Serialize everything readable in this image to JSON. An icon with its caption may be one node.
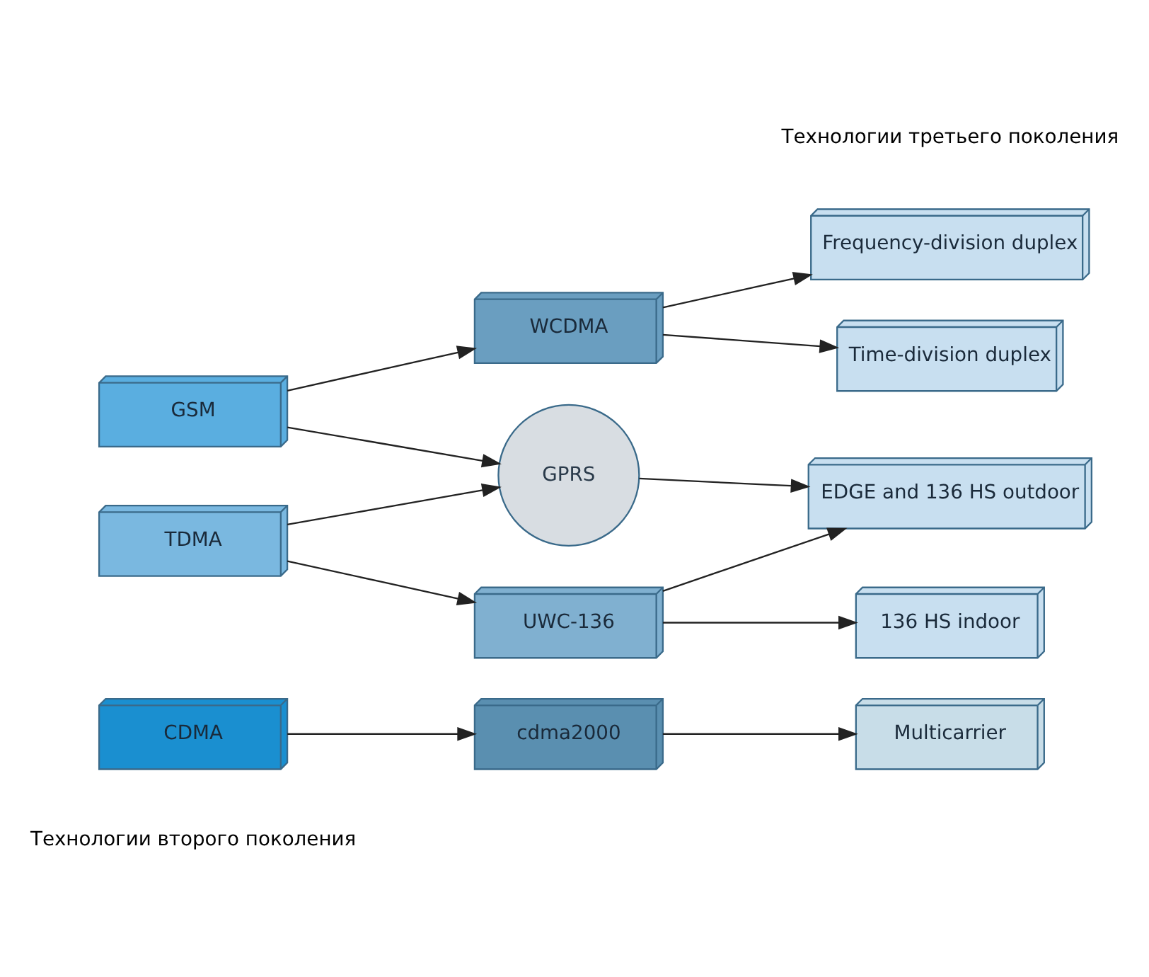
{
  "diagram": {
    "nodes": [
      {
        "text": [
          "CDMA"
        ]
      },
      {
        "text": [
          "cdma2000"
        ]
      },
      {
        "text": [
          "Multicarrier"
        ]
      },
      {
        "text": [
          "GSM"
        ]
      },
      {
        "text": [
          "WCDMA"
        ]
      },
      {
        "text": [
          "Frequency-division duplex"
        ]
      },
      {
        "text": [
          "Time-division duplex"
        ]
      },
      {
        "text": [
          "GPRS"
        ]
      },
      {
        "text": [
          "EDGE and 136 HS outdoor"
        ]
      },
      {
        "text": [
          "TDMA"
        ]
      },
      {
        "text": [
          "UWC-136"
        ]
      },
      {
        "text": [
          "136 HS indoor"
        ]
      }
    ],
    "edges": [
      {
        "from": 0,
        "to": 1,
        "arrow": "to"
      },
      {
        "from": 1,
        "to": 2,
        "arrow": "to"
      },
      {
        "from": 3,
        "to": 4,
        "arrow": "to"
      },
      {
        "from": 4,
        "to": 5,
        "arrow": "to"
      },
      {
        "from": 4,
        "to": 6,
        "arrow": "to"
      },
      {
        "from": 3,
        "to": 7,
        "arrow": "to"
      },
      {
        "from": 9,
        "to": 7,
        "arrow": "to"
      },
      {
        "from": 7,
        "to": 8,
        "arrow": "to"
      },
      {
        "from": 10,
        "to": 8,
        "arrow": "to"
      },
      {
        "from": 9,
        "to": 10,
        "arrow": "to"
      },
      {
        "from": 10,
        "to": 11,
        "arrow": "to"
      }
    ],
    "labels": [
      "Технологии второго поколения",
      "Технологии третьего поколения"
    ]
  }
}
